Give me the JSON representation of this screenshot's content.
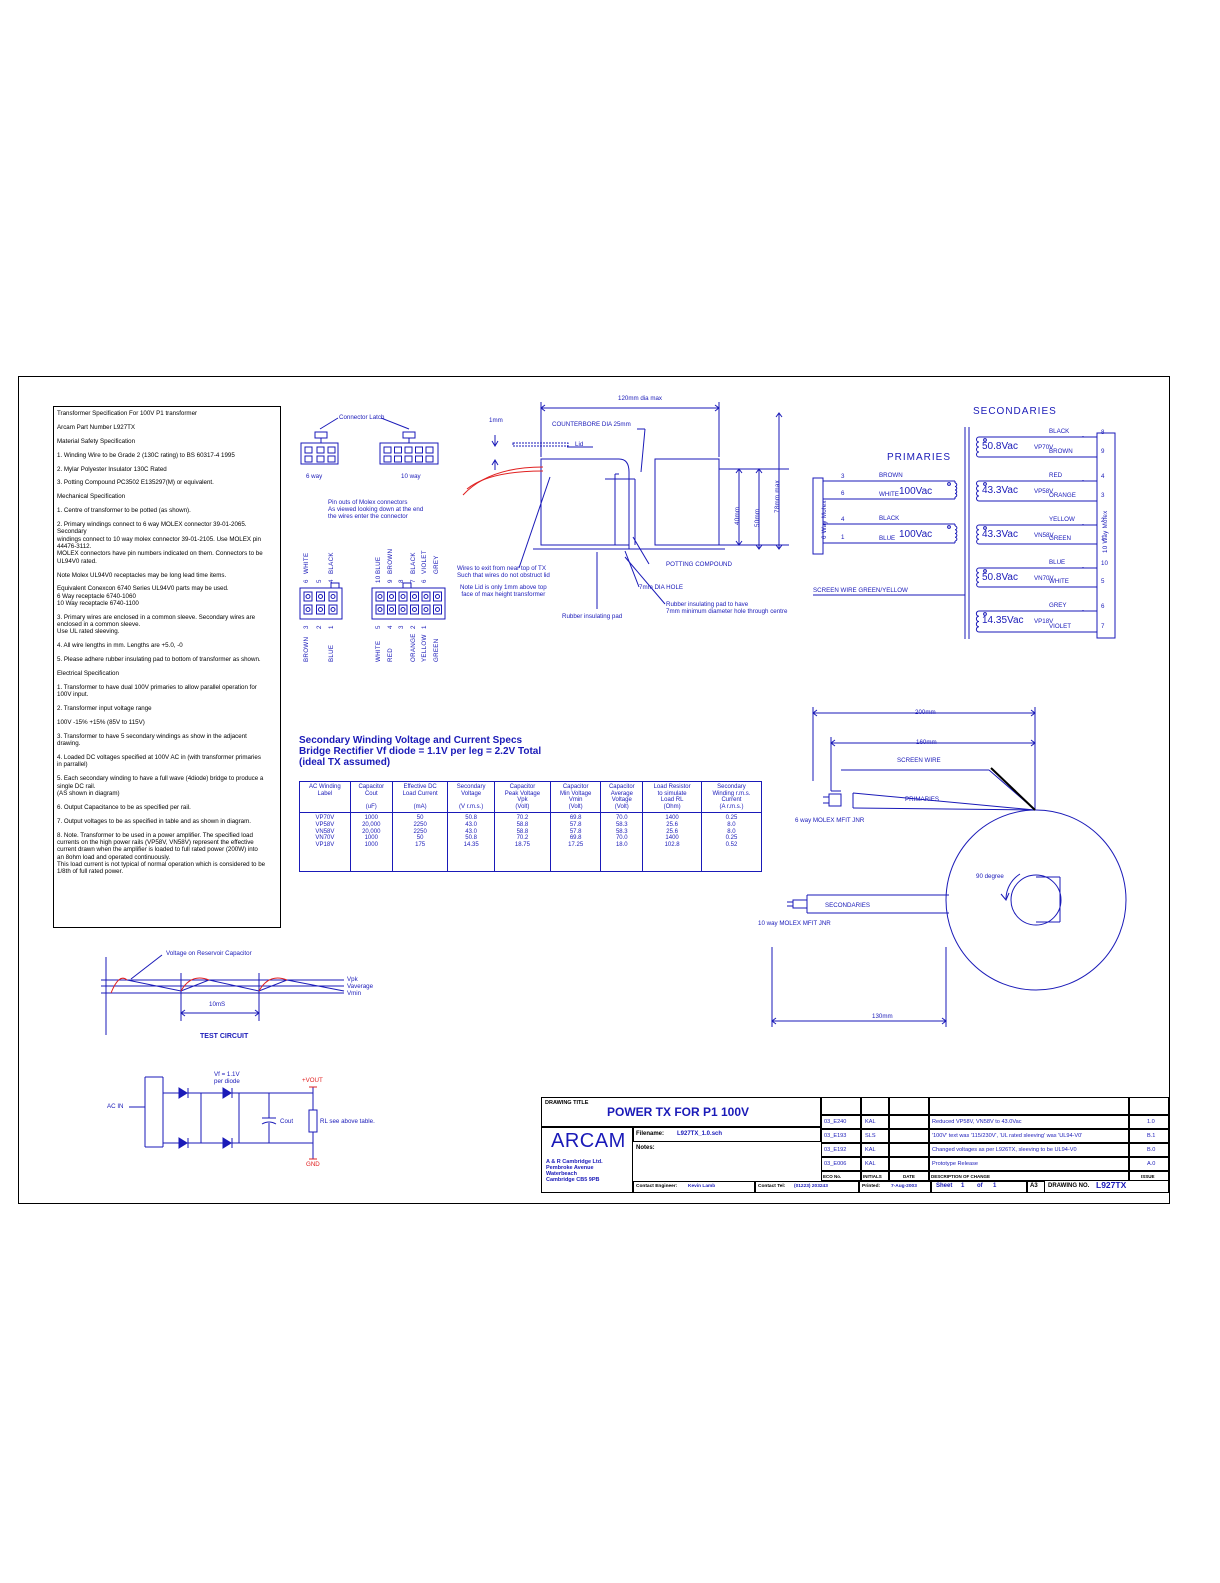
{
  "spec_notes": [
    "Transformer Specification For 100V P1 transformer",
    "Arcam Part Number L927TX",
    "Material Safety Specification",
    "1. Winding Wire to be Grade 2  (130C rating) to BS 60317-4 1995",
    "2. Mylar Polyester Insulator 130C Rated",
    "3. Potting Compound PC3502 E135297(M) or equivalent.",
    "Mechanical Specification",
    "1. Centre of transformer to be potted (as shown).",
    "2. Primary windings connect to 6 way MOLEX connector 39-01-2065. Secondary\nwindings connect to 10 way molex connector 39-01-2105. Use MOLEX pin\n 44476-3112.\nMOLEX connectors have pin numbers indicated on them. Connectors to be\n UL94V0 rated.",
    "Note Molex UL94V0 receptacles may be long lead time items.",
    "Equivalent Conexcon 6740 Series  UL94V0 parts may be used.\n6 Way receptacle 6740-1060\n10 Way receptacle 6740-1100",
    "3. Primary wires are enclosed in a common sleeve. Secondary wires are\n enclosed in a common sleeve.\nUse UL rated sleeving.",
    "4. All wire lengths in mm. Lengths are +5.0, -0",
    "5. Please adhere rubber insulating pad to bottom of transformer as shown.",
    "Electrical Specification",
    "1. Transformer to have dual 100V primaries to allow parallel operation for\n100V input.",
    "2. Transformer input voltage range",
    "100V -15% +15% (85V to 115V)",
    "3. Transformer to have 5 secondary windings as show in the adjacent\n drawing.",
    "4. Loaded DC voltages specified at 100V AC in (with transformer primaries\n in parrallel)",
    "5. Each secondary winding to have a full wave (4diode) bridge to produce a\n single DC rail.\n(AS shown in diagram)",
    "6. Output Capacitance to be as specified per rail.",
    "7. Output voltages to be as specified in table and as shown in diagram.",
    "8. Note. Transformer to be used in a power amplifier. The specified load\n currents on the high power rails (VP58V, VN58V) represent the effective\n current drawn when the amplifier is loaded to full rated power (200W) into\n an 8ohm load and operated continuously.\nThis load current is not typical of normal operation which is considered to be\n 1/8th of full rated power."
  ],
  "connectors": {
    "latch_label": "Connector Latch",
    "six_way": "6 way",
    "ten_way": "10 way",
    "pinout_note": "Pin outs of Molex connectors\nAs viewed looking down at the end\nthe wires enter the connector",
    "six_top": [
      {
        "n": "6",
        "c": "WHITE"
      },
      {
        "n": "5",
        "c": ""
      },
      {
        "n": "4",
        "c": "BLACK"
      }
    ],
    "six_bottom": [
      {
        "n": "3",
        "c": "BROWN"
      },
      {
        "n": "2",
        "c": ""
      },
      {
        "n": "1",
        "c": "BLUE"
      }
    ],
    "ten_top": [
      {
        "n": "10",
        "c": "BLUE"
      },
      {
        "n": "9",
        "c": "BROWN"
      },
      {
        "n": "8",
        "c": ""
      },
      {
        "n": "7",
        "c": "BLACK"
      },
      {
        "n": "6",
        "c": "VIOLET"
      },
      {
        "n": "",
        "c": "GREY"
      }
    ],
    "ten_bottom": [
      {
        "n": "5",
        "c": "WHITE"
      },
      {
        "n": "4",
        "c": "RED"
      },
      {
        "n": "3",
        "c": ""
      },
      {
        "n": "2",
        "c": "ORANGE"
      },
      {
        "n": "1",
        "c": "YELLOW"
      },
      {
        "n": "",
        "c": "GREEN"
      }
    ]
  },
  "mechanical": {
    "dia_max": "120mm dia max",
    "one_mm": "1mm",
    "counterbore": "COUNTERBORE DIA 25mm",
    "lid": "Lid",
    "h40": "40mm",
    "h50": "50mm",
    "h78": "78mm max",
    "wires_note": "Wires to exit from near top of TX\nSuch that wires do not obstruct lid",
    "lid_note": "Note Lid is only 1mm above top\nface of max height transformer",
    "potting": "POTTING COMPOUND",
    "hole": "7mm DIA HOLE",
    "rubber_pad_note": "Rubber insulating pad to have\n7mm minimum diameter hole through centre",
    "rubber_pad": "Rubber insulating pad"
  },
  "schematic": {
    "secondaries_title": "SECONDARIES",
    "primaries_title": "PRIMARIES",
    "six_way_molex": "6 Way Molex",
    "ten_way_molex": "10 Way Molex",
    "screen_wire": "SCREEN WIRE  GREEN/YELLOW",
    "primaries": [
      {
        "top_pin": "3",
        "top": "BROWN",
        "bottom_pin": "6",
        "bottom": "WHITE",
        "volt": "100Vac"
      },
      {
        "top_pin": "4",
        "top": "BLACK",
        "bottom_pin": "1",
        "bottom": "BLUE",
        "volt": "100Vac"
      }
    ],
    "secondaries": [
      {
        "top": "BLACK",
        "bottom": "BROWN",
        "rail": "VP70V",
        "volt": "50.8Vac",
        "p1": "8",
        "p2": "9"
      },
      {
        "top": "RED",
        "bottom": "ORANGE",
        "rail": "VP58V",
        "volt": "43.3Vac",
        "p1": "4",
        "p2": "3"
      },
      {
        "top": "YELLOW",
        "bottom": "GREEN",
        "rail": "VN58V",
        "volt": "43.3Vac",
        "p1": "2",
        "p2": "1"
      },
      {
        "top": "BLUE",
        "bottom": "WHITE",
        "rail": "VN70V",
        "volt": "50.8Vac",
        "p1": "10",
        "p2": "5"
      },
      {
        "top": "GREY",
        "bottom": "VIOLET",
        "rail": "VP18V",
        "volt": "14.35Vac",
        "p1": "6",
        "p2": "7"
      }
    ]
  },
  "table": {
    "title": "Secondary Winding Voltage and Current Specs\nBridge Rectifier Vf diode = 1.1V per leg  = 2.2V Total\n(ideal TX assumed)",
    "headers": [
      "AC Winding\nLabel",
      "Capacitor\nCout\n\n(uF)",
      "Effective DC\nLoad Current\n\n(mA)",
      "Secondary\nVoltage\n\n(V r.m.s.)",
      "Capacitor\nPeak Voltage\nVpk\n(Volt)",
      "Capacitor\nMin Voltage\nVmin\n(Volt)",
      "Capacitor\nAverage\nVoltage\n(Volt)",
      "Load Resistor\nto simulate\nLoad RL\n(Ohm)",
      "Secondary\nWinding r.m.s.\nCurrent\n(A r.m.s.)"
    ],
    "columns": [
      "VP70V\nVP58V\nVN58V\nVN70V\nVP18V",
      "1000\n20,000\n20,000\n1000\n1000",
      "50\n2250\n2250\n50\n175",
      "50.8\n43.0\n43.0\n50.8\n14.35",
      "70.2\n58.8\n58.8\n70.2\n18.75",
      "69.8\n57.8\n57.8\n69.8\n17.25",
      "70.0\n58.3\n58.3\n70.0\n18.0",
      "1400\n25.6\n25.6\n1400\n102.8",
      "0.25\n8.0\n8.0\n0.25\n0.52"
    ]
  },
  "toroid": {
    "d200": "200mm",
    "d160": "160mm",
    "screen": "SCREEN WIRE",
    "primaries": "PRIMARIES",
    "six_molex": "6 way MOLEX MFIT JNR",
    "angle": "90 degree",
    "secondaries": "SECONDARIES",
    "ten_molex": "10 way MOLEX MFIT JNR",
    "d130": "130mm"
  },
  "waveform": {
    "label": "Voltage on Reservoir Capacitor",
    "vpk": "Vpk",
    "vavg": "Vaverage",
    "vmin": "Vmin",
    "period": "10mS",
    "test_circuit": "TEST CIRCUIT"
  },
  "circuit": {
    "ac_in": "AC IN",
    "vf": "Vf = 1.1V\nper diode",
    "vout": "+VOUT",
    "gnd": "GND",
    "cout": "Cout",
    "rl": "RL see above table."
  },
  "title_block": {
    "drawing_title_label": "DRAWING TITLE",
    "title": "POWER TX FOR P1 100V",
    "logo": "ARCAM",
    "filename_label": "Filename:",
    "filename": "L927TX_1.0.sch",
    "notes_label": "Notes:",
    "address": "A & R Cambridge Ltd.\nPembroke Avenue\nWaterbeach\nCambridge CB5 9PB",
    "contact_engineer_label": "Contact Engineer:",
    "contact_engineer": "Kevin Lamb",
    "contact_tel_label": "Contact Tel:",
    "contact_tel": "(01223) 203243",
    "printed_label": "Printed:",
    "printed": "7-Aug-2003",
    "sheet_label": "Sheet",
    "sheet": "1",
    "of_label": "of",
    "of": "1",
    "size": "A3",
    "drawing_no_label": "DRAWING NO.",
    "drawing_no": "L927TX",
    "header_eco": "ECO No.",
    "header_initials": "INITIALS",
    "header_date": "DATE",
    "header_desc": "DESCRIPTION OF CHANGE",
    "header_issue": "ISSUE",
    "revisions": [
      {
        "eco": "03_E240",
        "init": "KAL",
        "desc": "Reduced VP58V, VN58V to 43.0Vac",
        "issue": "1.0"
      },
      {
        "eco": "03_E193",
        "init": "SLS",
        "desc": "'100V' text was '115/230V', 'UL rated sleeving' was 'UL94-V0'",
        "issue": "B.1"
      },
      {
        "eco": "03_E192",
        "init": "KAL",
        "desc": "Changed voltages as per L926TX, sleeving to be UL94-V0",
        "issue": "B.0"
      },
      {
        "eco": "03_E006",
        "init": "KAL",
        "desc": "Prototype Release",
        "issue": "A.0"
      }
    ]
  }
}
